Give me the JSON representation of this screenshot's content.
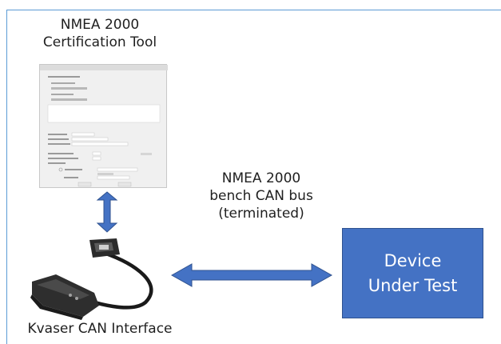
{
  "tool": {
    "title_line1": "NMEA 2000",
    "title_line2": "Certification Tool"
  },
  "bus": {
    "line1": "NMEA 2000",
    "line2": "bench CAN bus",
    "line3": "(terminated)"
  },
  "dut": {
    "line1": "Device",
    "line2": "Under Test"
  },
  "interface": {
    "label": "Kvaser CAN Interface"
  },
  "colors": {
    "frame": "#5b9bd5",
    "arrow_fill": "#4472c4",
    "arrow_stroke": "#2f528f",
    "dut_fill": "#4472c4",
    "dut_text": "#ffffff",
    "label_text": "#1f1f1f"
  },
  "icons": {
    "tool_window": "software-window-thumbnail",
    "interface": "usb-can-adapter-icon"
  }
}
